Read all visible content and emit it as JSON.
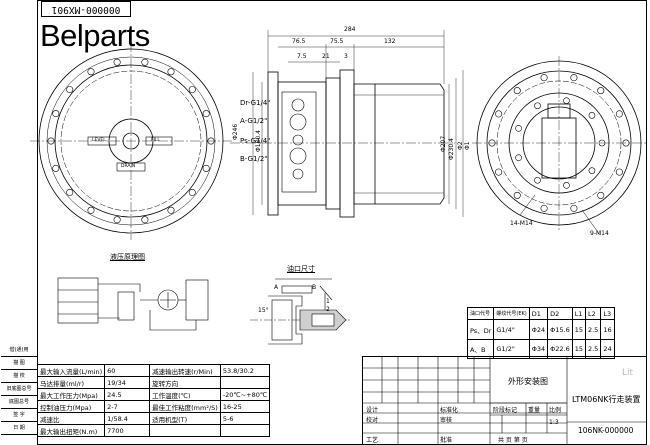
{
  "header": {
    "drawing_no_flipped": "000000-MX901",
    "brand": "Belparts"
  },
  "dimensions": {
    "overall_length": "284",
    "d76_5": "76.5",
    "d75_5": "75.5",
    "d132": "132",
    "d7_5": "7.5",
    "d21": "21",
    "d3": "3",
    "dia_246": "Φ246",
    "dia_180_4": "Φ180.4",
    "dia_207": "Φ207",
    "dia_230_4": "Φ230.4",
    "dia_2": "Φ2",
    "dia_1": "Φ1",
    "hole_front": "14-M14",
    "hole_side": "9-M14"
  },
  "ports": [
    {
      "label": "Dr-G1/4\""
    },
    {
      "label": "A-G1/2\""
    },
    {
      "label": "Ps-G1/4\""
    },
    {
      "label": "B-G1/2\""
    }
  ],
  "front_labels": {
    "level": "LEVEL",
    "fill": "FILL",
    "drain": "DRAIN"
  },
  "section_titles": {
    "hydraulic": "液压原理图",
    "port_size": "油口尺寸",
    "install": "外形安装图"
  },
  "detail": {
    "angle": "15°",
    "marks": [
      "A",
      "B",
      "1",
      "2"
    ]
  },
  "port_table": {
    "headers": [
      "油口代号",
      "螺纹代号(EK)",
      "D1",
      "D2",
      "L1",
      "L2",
      "L3"
    ],
    "rows": [
      [
        "Ps、Dr",
        "G1/4\"",
        "Φ24",
        "Φ15.6",
        "15",
        "2.5",
        "16"
      ],
      [
        "A、B",
        "G1/2\"",
        "Φ34",
        "Φ22.6",
        "15",
        "2.5",
        "24"
      ]
    ]
  },
  "spec_table": [
    [
      "最大输入流量(L/min)",
      "60",
      "减速输出转速(r/Min)",
      "53.8/30.2"
    ],
    [
      "马达排量(ml/r)",
      "19/34",
      "旋转方向",
      ""
    ],
    [
      "最大工作压力(Mpa)",
      "24.5",
      "工作温度(℃)",
      "-20℃~+80℃"
    ],
    [
      "控制油压力(Mpa)",
      "2-7",
      "最佳工作粘度(mm²/S)",
      "16-25"
    ],
    [
      "减速比",
      "1/58.4",
      "适用机型(T)",
      "5-6"
    ],
    [
      "最大输出扭矩(N.m)",
      "7700",
      "",
      ""
    ]
  ],
  "title_block": {
    "title": "LTM06NK行走装置",
    "drawing_no": "106NK-000000",
    "scale": "1:3",
    "weight_label": "重量",
    "scale_label": "比例",
    "stage_label": "阶段标记",
    "design": "设计",
    "check": "校对",
    "review": "审核",
    "process": "工艺",
    "standard": "标准化",
    "approve": "批准",
    "sheets": "共  页  第  页",
    "watermark": "Lit"
  },
  "side_labels": [
    "借(通)用",
    "描 图",
    "描 校",
    "旧底图总号",
    "底图总号",
    "签 字",
    "日 期"
  ]
}
